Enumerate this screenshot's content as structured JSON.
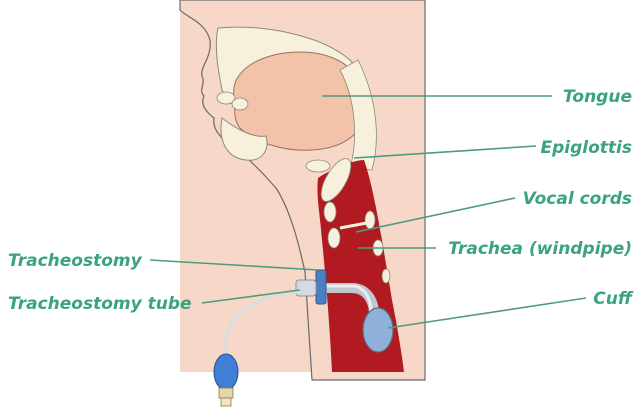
{
  "labels": {
    "tongue": "Tongue",
    "epiglottis": "Epiglottis",
    "vocal_cords": "Vocal cords",
    "trachea": "Trachea (windpipe)",
    "cuff": "Cuff",
    "tracheostomy": "Tracheostomy",
    "tracheostomy_tube": "Tracheostomy tube"
  },
  "colors": {
    "label_text": "#3aa37f",
    "leader_line": "#4f9a80",
    "skin": "#f7d8c8",
    "skin_outline": "#6a6a6a",
    "tongue": "#f2c3a8",
    "cartilage": "#f6f0dc",
    "trachea_lumen": "#b21a22",
    "balloon": "#3f7fd6",
    "tube": "#bfc6cc"
  }
}
